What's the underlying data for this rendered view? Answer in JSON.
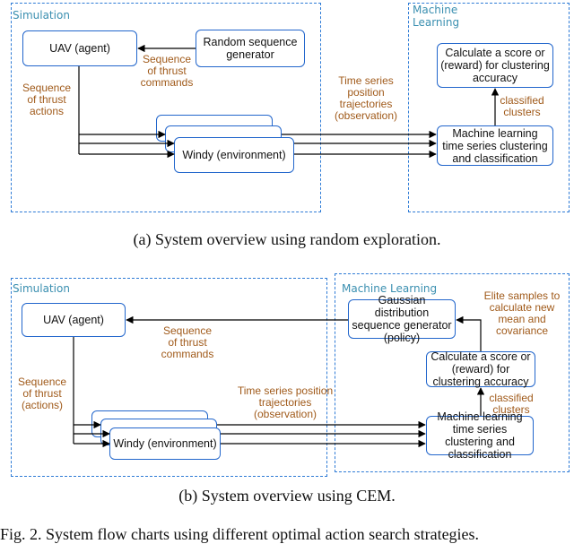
{
  "panel_a": {
    "region_simulation": "Simulation",
    "region_ml": "Machine Learning",
    "uav": "UAV (agent)",
    "random_gen": "Random sequence generator",
    "windy": "Windy (environment)",
    "score": "Calculate a score or (reward) for clustering accuracy",
    "ml_cluster": "Machine learning time series clustering and classification",
    "lbl_seq_commands": "Sequence of thrust commands",
    "lbl_seq_actions": "Sequence of thrust actions",
    "lbl_timeseries": "Time series position trajectories (observation)",
    "lbl_classified": "classified clusters",
    "caption": "(a)  System overview using random exploration."
  },
  "panel_b": {
    "region_simulation": "Simulation",
    "region_ml": "Machine Learning",
    "uav": "UAV (agent)",
    "gaussian": "Gaussian distribution sequence generator (policy)",
    "score": "Calculate a score or (reward) for clustering accuracy",
    "ml_cluster": "Machine learning time series clustering and classification",
    "windy": "Windy (environment)",
    "lbl_seq_commands": "Sequence of thrust commands",
    "lbl_seq_actions": "Sequence of thrust (actions)",
    "lbl_timeseries": "Time series position trajectories (observation)",
    "lbl_classified": "classified clusters",
    "lbl_elite": "Elite samples to calculate new mean and covariance",
    "caption": "(b)  System overview using CEM."
  },
  "figure_caption": "Fig. 2.  System flow charts using different optimal action search strategies."
}
